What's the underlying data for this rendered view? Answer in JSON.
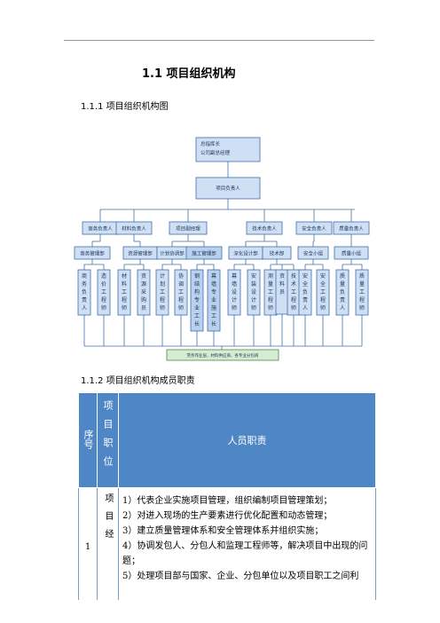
{
  "heading1": "1.1 项目组织机构",
  "heading2a": "1.1.1 项目组织机构图",
  "heading2b": "1.1.2 项目组织机构成员职责",
  "org": {
    "top": [
      "总指挥长",
      "公司副总经理"
    ],
    "pm": "项目负责人",
    "level3": [
      "商务负责人",
      "材料负责人",
      "项目副经理",
      "技术负责人",
      "安全负责人",
      "质量负责人"
    ],
    "level4": [
      "商务管理部",
      "资源管理部",
      "计划协调部",
      "施工管理部",
      "深化设计部",
      "技术部",
      "安全小组",
      "质量小组"
    ],
    "level5": [
      "商务负责人",
      "造价工程师",
      "材料工程师",
      "资源采购员",
      "计划工程师",
      "协调工程师",
      "钢结构专业工长",
      "幕墙专业施工长",
      "幕墙设计师",
      "安装设计师",
      "测量工程师",
      "资料员",
      "技术工程师",
      "安全负责人",
      "安全工程师",
      "质量负责人",
      "质量工程师"
    ],
    "bottom": "劳务作业层、材料供应商、各专业分包商"
  },
  "table": {
    "header": {
      "no": "序号",
      "position": "项目职位",
      "duty": "人员职责"
    },
    "rows": [
      {
        "no": "1",
        "position": "项目经",
        "duties": [
          "1）代表企业实施项目管理，组织编制项目管理策划；",
          "2）对进入现场的生产要素进行优化配置和动态管理；",
          "3）建立质量管理体系和安全管理体系并组织实施；",
          "4）协调发包人、分包人和监理工程师等，解决项目中出现的问题；",
          "5）处理项目部与国家、企业、分包单位以及项目职工之间利"
        ]
      }
    ]
  }
}
